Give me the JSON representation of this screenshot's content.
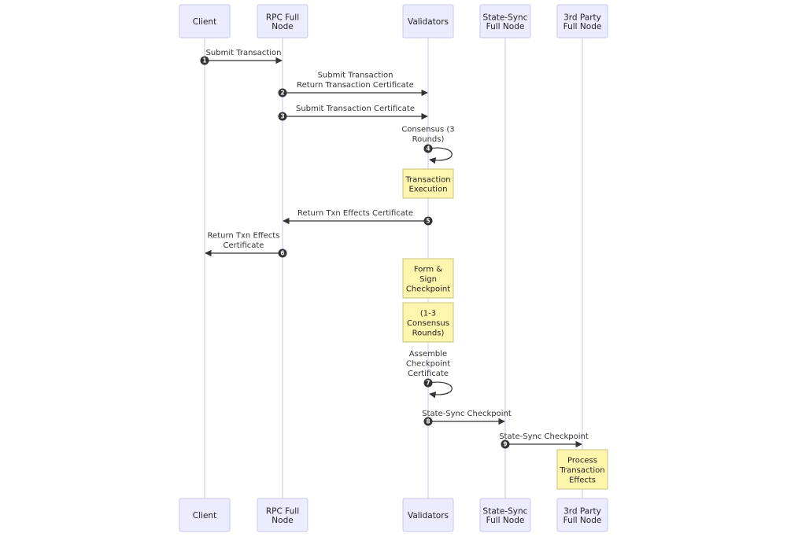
{
  "actors": [
    {
      "id": "client",
      "lines": [
        "Client"
      ]
    },
    {
      "id": "rpc",
      "lines": [
        "RPC Full",
        "Node"
      ]
    },
    {
      "id": "validators",
      "lines": [
        "Validators"
      ]
    },
    {
      "id": "statesync",
      "lines": [
        "State-Sync",
        "Full Node"
      ]
    },
    {
      "id": "thirdparty",
      "lines": [
        "3rd Party",
        "Full Node"
      ]
    }
  ],
  "messages": [
    {
      "num": "1",
      "from": "client",
      "to": "rpc",
      "lines": [
        "Submit Transaction"
      ]
    },
    {
      "num": "2",
      "from": "rpc",
      "to": "validators",
      "lines": [
        "Submit Transaction",
        "Return Transaction Certificate"
      ]
    },
    {
      "num": "3",
      "from": "rpc",
      "to": "validators",
      "lines": [
        "Submit Transaction Certificate"
      ]
    },
    {
      "num": "4",
      "from": "validators",
      "to": "validators",
      "lines": [
        "Consensus (3",
        "Rounds)"
      ]
    },
    {
      "num": "5",
      "from": "validators",
      "to": "rpc",
      "lines": [
        "Return Txn Effects Certificate"
      ]
    },
    {
      "num": "6",
      "from": "rpc",
      "to": "client",
      "lines": [
        "Return Txn Effects",
        "Certificate"
      ]
    },
    {
      "num": "7",
      "from": "validators",
      "to": "validators",
      "lines": [
        "Assemble",
        "Checkpoint",
        "Certificate"
      ]
    },
    {
      "num": "8",
      "from": "validators",
      "to": "statesync",
      "lines": [
        "State-Sync Checkpoint"
      ]
    },
    {
      "num": "9",
      "from": "statesync",
      "to": "thirdparty",
      "lines": [
        "State-Sync Checkpoint"
      ]
    }
  ],
  "notes": [
    {
      "over": "validators",
      "lines": [
        "Transaction",
        "Execution"
      ]
    },
    {
      "over": "validators",
      "lines": [
        "Form &",
        "Sign",
        "Checkpoint"
      ]
    },
    {
      "over": "validators",
      "lines": [
        "(1-3",
        "Consensus",
        "Rounds)"
      ]
    },
    {
      "over": "thirdparty",
      "lines": [
        "Process",
        "Transaction",
        "Effects"
      ]
    }
  ]
}
